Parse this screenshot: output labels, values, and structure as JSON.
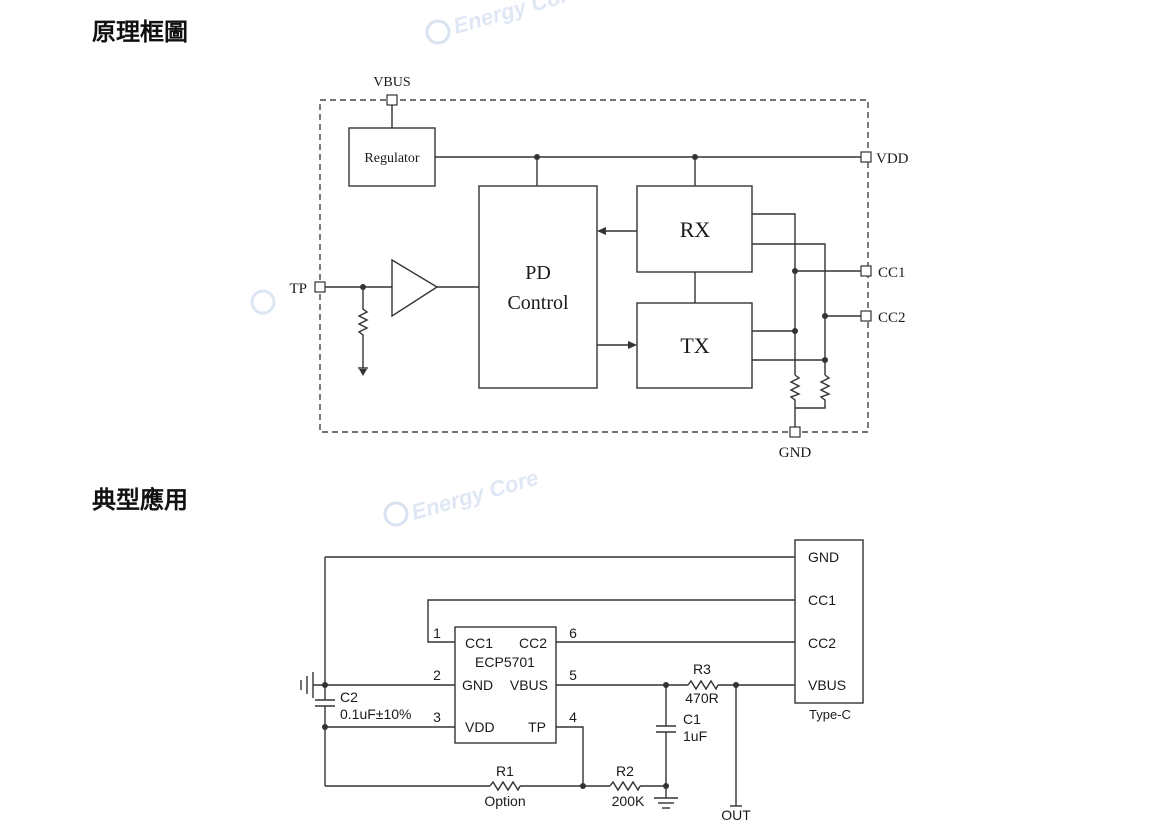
{
  "headings": {
    "block_diagram": "原理框圖",
    "typical_application": "典型應用"
  },
  "watermark": {
    "text": "Energy Core",
    "color": "#d3dff0"
  },
  "block_diagram": {
    "pins": {
      "vbus": "VBUS",
      "vdd": "VDD",
      "tp": "TP",
      "cc1": "CC1",
      "cc2": "CC2",
      "gnd": "GND"
    },
    "blocks": {
      "regulator": "Regulator",
      "pd_control": [
        "PD",
        "Control"
      ],
      "rx": "RX",
      "tx": "TX"
    }
  },
  "application": {
    "connector": {
      "name": "Type-C",
      "pins": {
        "gnd": "GND",
        "cc1": "CC1",
        "cc2": "CC2",
        "vbus": "VBUS"
      }
    },
    "chip": {
      "name": "ECP5701",
      "pins": {
        "cc1": "CC1",
        "cc2": "CC2",
        "gnd": "GND",
        "vbus": "VBUS",
        "vdd": "VDD",
        "tp": "TP"
      },
      "pin_numbers": {
        "cc1": "1",
        "gnd": "2",
        "vdd": "3",
        "tp": "4",
        "vbus": "5",
        "cc2": "6"
      }
    },
    "components": {
      "c1": {
        "ref": "C1",
        "value": "1uF"
      },
      "c2": {
        "ref": "C2",
        "value": "0.1uF±10%"
      },
      "r1": {
        "ref": "R1",
        "value": "Option"
      },
      "r2": {
        "ref": "R2",
        "value": "200K"
      },
      "r3": {
        "ref": "R3",
        "value": "470R"
      }
    },
    "output_label": "OUT"
  },
  "colors": {
    "line": "#333333",
    "text": "#1a1a1a"
  }
}
